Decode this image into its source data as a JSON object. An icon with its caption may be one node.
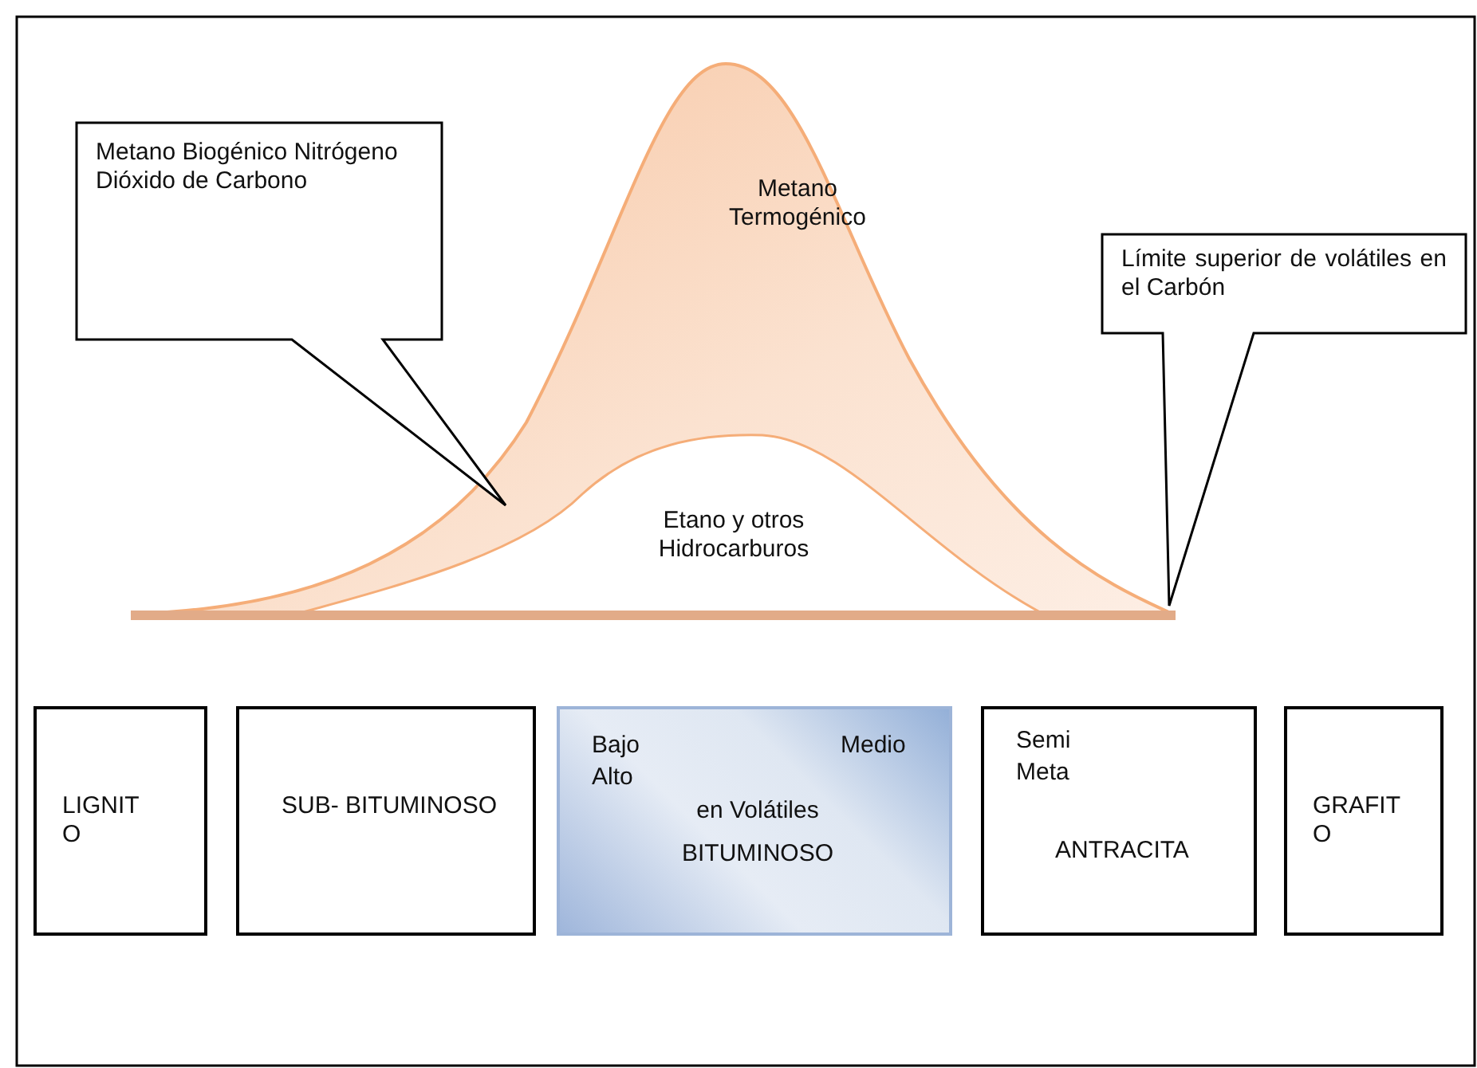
{
  "diagram": {
    "nodes": [
      {
        "text": [
          "Metano Biogénico Nitrógeno Dióxido de Carbono"
        ]
      },
      {
        "text": [
          "Límite superior de volátiles en el Carbón"
        ]
      },
      {
        "text": [
          "LIGNIT O"
        ]
      },
      {
        "text": [
          "SUB- BITUMINOSO"
        ]
      },
      {
        "text": [
          "Bajo",
          "Medio",
          "Alto",
          "en Volátiles",
          "BITUMINOSO"
        ]
      },
      {
        "text": [
          "Semi",
          "Meta",
          "ANTRACITA"
        ]
      },
      {
        "text": [
          "GRAFIT O"
        ]
      }
    ],
    "labels": [
      "Metano Termogénico",
      "Etano y otros Hidrocarburos"
    ]
  }
}
